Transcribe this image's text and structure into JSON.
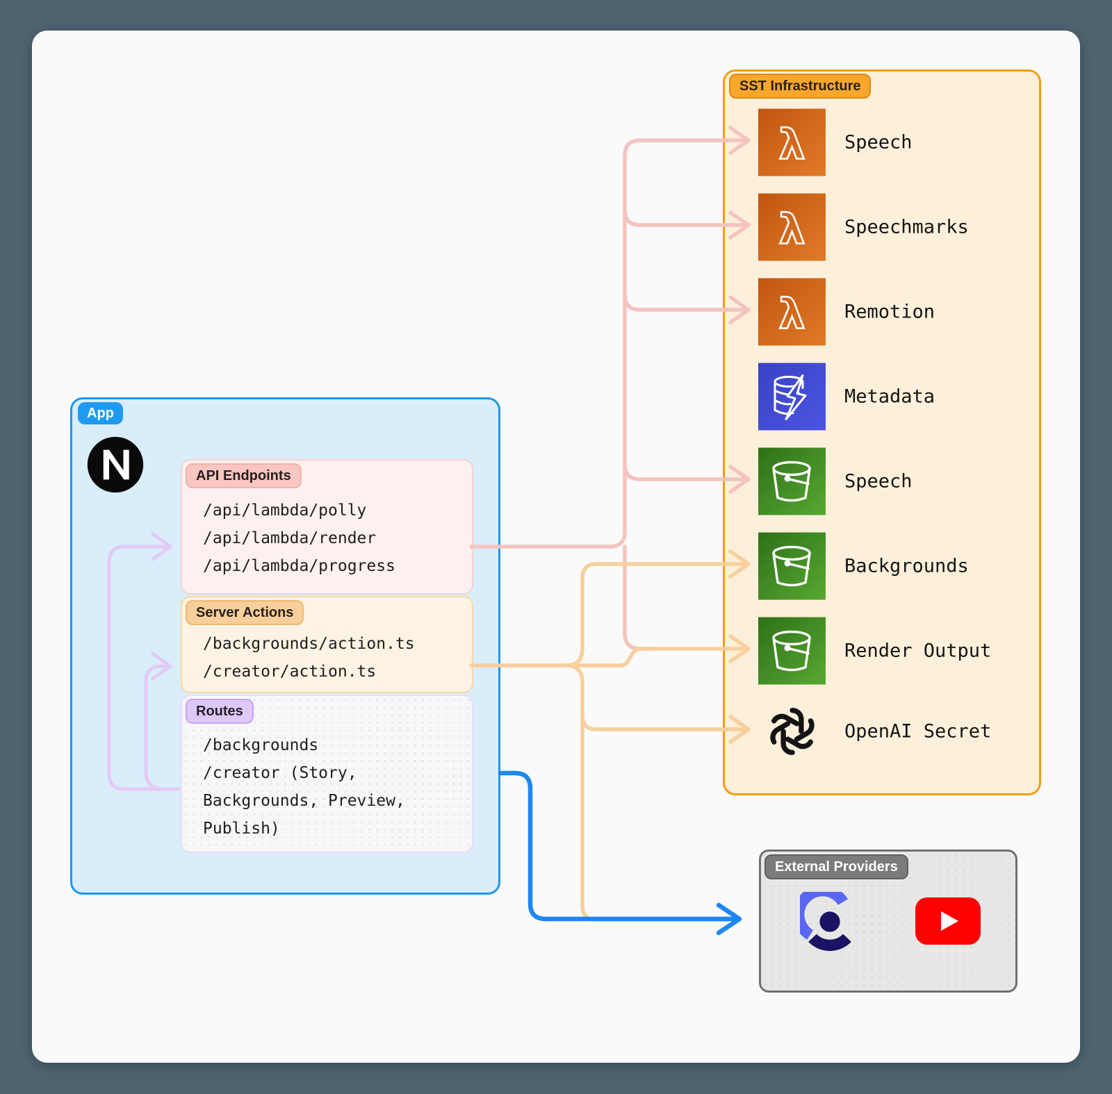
{
  "app": {
    "label": "App",
    "logo": "nextjs-logo",
    "api_endpoints": {
      "label": "API Endpoints",
      "lines": [
        "/api/lambda/polly",
        "/api/lambda/render",
        "/api/lambda/progress"
      ]
    },
    "server_actions": {
      "label": "Server Actions",
      "lines": [
        "/backgrounds/action.ts",
        "/creator/action.ts"
      ]
    },
    "routes": {
      "label": "Routes",
      "lines": [
        "/backgrounds",
        "/creator (Story,",
        "Backgrounds, Preview,",
        "Publish)"
      ]
    }
  },
  "sst": {
    "label": "SST Infrastructure",
    "rows": [
      {
        "icon": "lambda-icon",
        "label": "Speech"
      },
      {
        "icon": "lambda-icon",
        "label": "Speechmarks"
      },
      {
        "icon": "lambda-icon",
        "label": "Remotion"
      },
      {
        "icon": "dynamodb-icon",
        "label": "Metadata"
      },
      {
        "icon": "s3-bucket-icon",
        "label": "Speech"
      },
      {
        "icon": "s3-bucket-icon",
        "label": "Backgrounds"
      },
      {
        "icon": "s3-bucket-icon",
        "label": "Render Output"
      },
      {
        "icon": "openai-logo",
        "label": "OpenAI Secret"
      }
    ]
  },
  "external": {
    "label": "External Providers",
    "providers": [
      "clerk",
      "youtube"
    ]
  },
  "colors": {
    "api_flow": "#f5c3bf",
    "server_flow": "#f8cf9d",
    "routes_flow": "#e3caf4",
    "external_flow": "#1d87f2",
    "app_border": "#1e96f0",
    "sst_border": "#f79b16",
    "lambda_orange": "#cf671f",
    "dynamodb_blue": "#4149c8",
    "s3_green": "#3f8824",
    "youtube_red": "#ff0000",
    "clerk_periwinkle": "#5a67f2",
    "clerk_navy": "#1b1464"
  }
}
